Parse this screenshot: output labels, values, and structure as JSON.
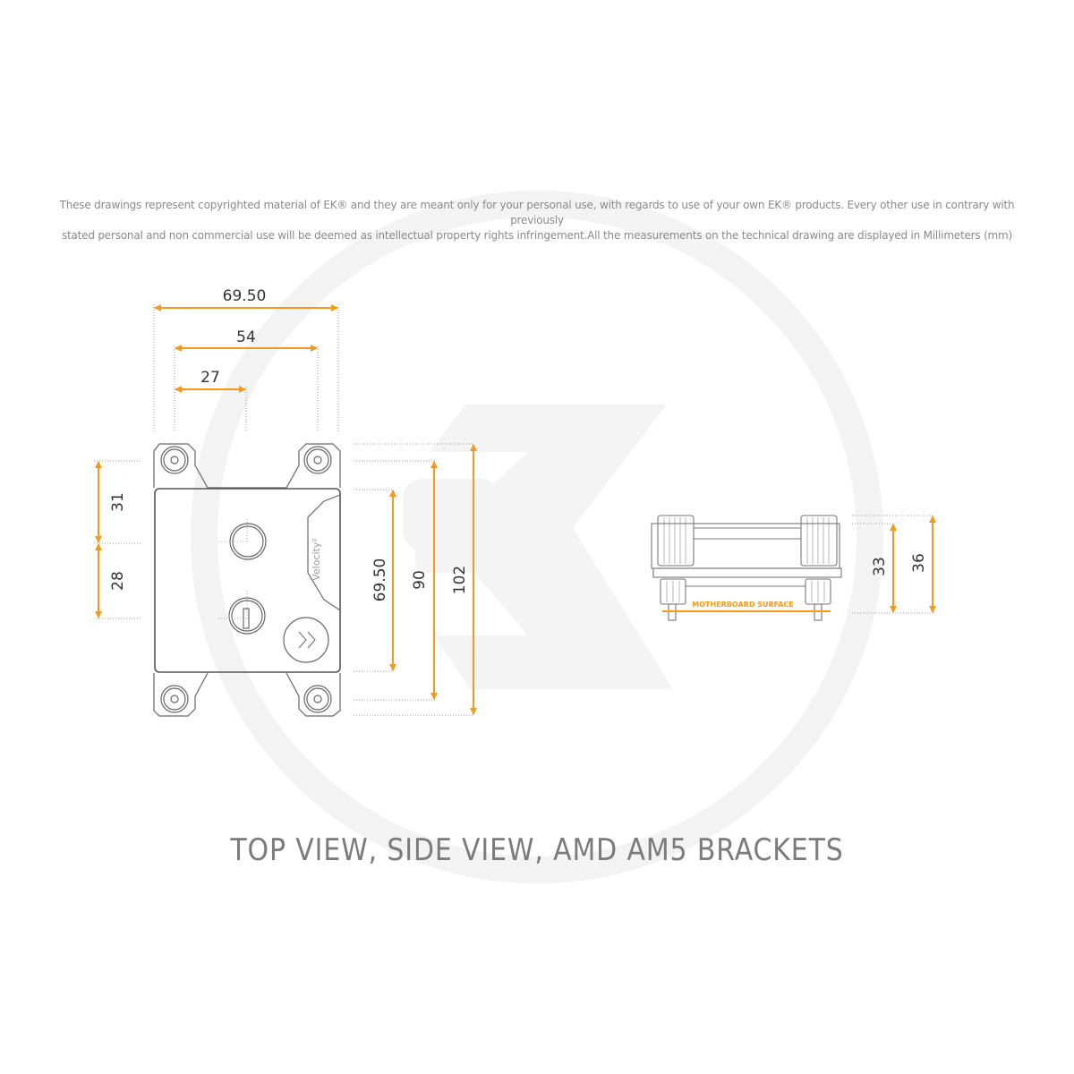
{
  "disclaimer": {
    "line1": "These drawings represent copyrighted material of EK® and they are meant only for your personal use, with regards to use of  your own EK® products. Every other use in contrary with previously",
    "line2": "stated personal and non commercial use will be deemed as intellectual property rights infringement.All the measurements on the technical drawing are displayed in Millimeters (mm)"
  },
  "caption": "TOP VIEW, SIDE VIEW, AMD AM5 BRACKETS",
  "colors": {
    "dimension": "#f39a1e",
    "outline": "#555555",
    "watermark": "#f2f2f2",
    "text": "#333333"
  },
  "top_view": {
    "product_label": "Velocity²",
    "horizontal_dims": {
      "overall": "69.50",
      "hole_spacing": "54",
      "half_spacing": "27"
    },
    "left_dims": {
      "upper": "31",
      "lower": "28"
    },
    "right_dims": {
      "body": "69.50",
      "hole_spacing": "90",
      "overall": "102"
    }
  },
  "side_view": {
    "surface_label": "MOTHERBOARD SURFACE",
    "dims": {
      "inner": "33",
      "outer": "36"
    }
  }
}
